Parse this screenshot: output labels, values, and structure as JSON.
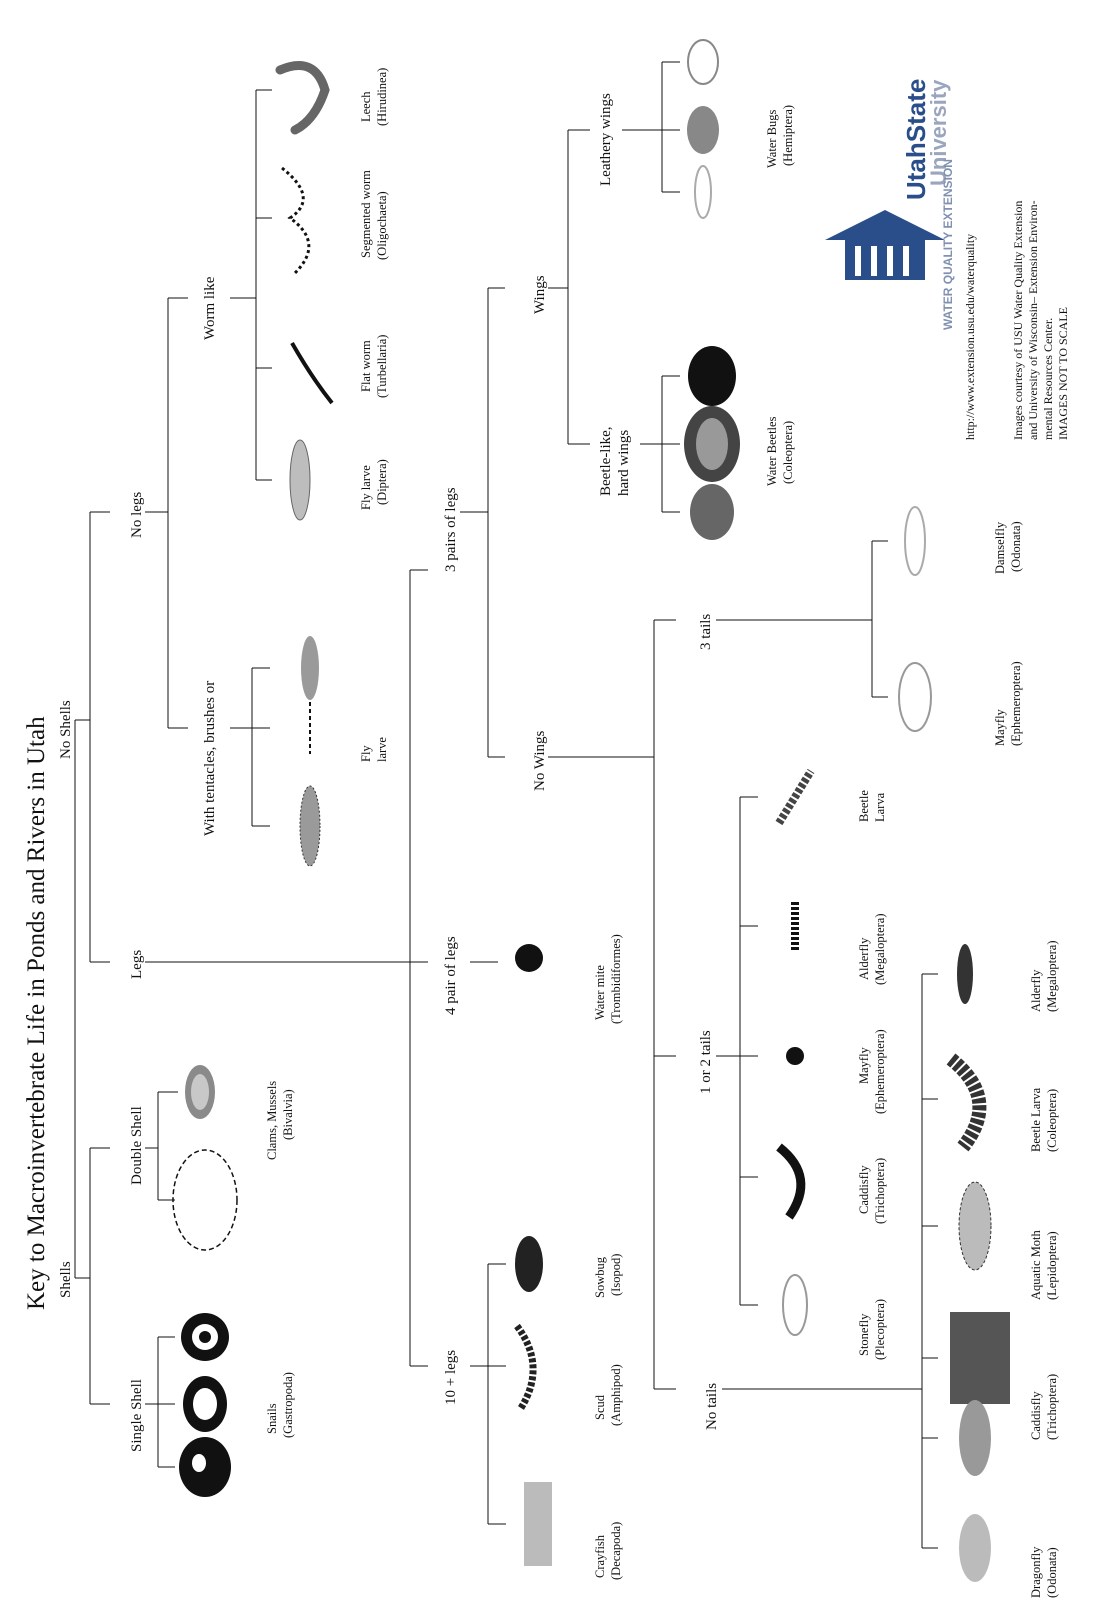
{
  "title": "Key to Macroinvertebrate Life in Ponds and Rivers in Utah",
  "branches": {
    "shells": "Shells",
    "single_shell": "Single Shell",
    "double_shell": "Double Shell",
    "no_shells": "No Shells",
    "legs": "Legs",
    "no_legs": "No legs",
    "worm_like": "Worm like",
    "with_tentacles": "With tentacles, brushes or",
    "three_pairs": "3 pairs of legs",
    "four_pair": "4 pair of legs",
    "ten_plus": "10 + legs",
    "wings": "Wings",
    "no_wings": "No Wings",
    "leathery": "Leathery wings",
    "beetle_like_1": "Beetle-like,",
    "beetle_like_2": "hard wings",
    "three_tails": "3 tails",
    "one_or_two_tails": "1 or 2 tails",
    "no_tails": "No tails"
  },
  "taxa": {
    "snails": [
      "Snails",
      "(Gastropoda)"
    ],
    "clams": [
      "Clams, Mussels",
      "(Bivalvia)"
    ],
    "fly_larve_diptera": [
      "Fly larve",
      "(Diptera)"
    ],
    "flat_worm": [
      "Flat worm",
      "(Turbellaria)"
    ],
    "segmented_worm": [
      "Segmented worm",
      "(Oligochaeta)"
    ],
    "leech": [
      "Leech",
      "(Hirudinea)"
    ],
    "fly_larve": [
      "Fly",
      "larve"
    ],
    "water_mite": [
      "Water mite",
      "(Trombidiformes)"
    ],
    "crayfish": [
      "Crayfish",
      "(Decapoda)"
    ],
    "scud": [
      "Scud",
      "(Amphipod)"
    ],
    "sowbug": [
      "Sowbug",
      "(Isopod)"
    ],
    "water_beetles": [
      "Water Beetles",
      "(Coleoptera)"
    ],
    "water_bugs": [
      "Water Bugs",
      "(Hemiptera)"
    ],
    "mayfly_3": [
      "Mayfly",
      "(Ephemeroptera)"
    ],
    "damselfly": [
      "Damselfly",
      "(Odonata)"
    ],
    "stonefly": [
      "Stonefly",
      "(Plecoptera)"
    ],
    "caddisfly_1": [
      "Caddisfly",
      "(Trichoptera)"
    ],
    "mayfly_1": [
      "Mayfly",
      "(Ephemeroptera)"
    ],
    "alderfly_1": [
      "Alderfly",
      "(Megaloptera)"
    ],
    "beetle_larva_1": [
      "Beetle",
      "Larva"
    ],
    "dragonfly": [
      "Dragonfly",
      "(Odonata)"
    ],
    "caddisfly_0": [
      "Caddisfly",
      "(Trichoptera)"
    ],
    "aquatic_moth": [
      "Aquatic Moth",
      "(Lepidoptera)"
    ],
    "beetle_larva_0": [
      "Beetle Larva",
      "(Coleoptera)"
    ],
    "alderfly_0": [
      "Alderfly",
      "(Megaloptera)"
    ]
  },
  "logo": {
    "line1": "UtahState",
    "line2": "University",
    "line3": "WATER QUALITY EXTENSION",
    "color": "#2a4e8a"
  },
  "credits": {
    "url": "http://www.extension.usu.edu/waterquality",
    "line1": "Images courtesy of  USU Water Quality Extension",
    "line2": "and University of Wisconsin– Extension Environ-",
    "line3": "mental Resources Center.",
    "line4": "IMAGES NOT   TO SCALE"
  },
  "icons": [
    "snail-icon",
    "clam-icon",
    "larva-icon",
    "worm-icon",
    "leech-icon",
    "mite-icon",
    "crayfish-icon",
    "scud-icon",
    "sowbug-icon",
    "beetle-icon",
    "bug-icon",
    "nymph-icon"
  ]
}
